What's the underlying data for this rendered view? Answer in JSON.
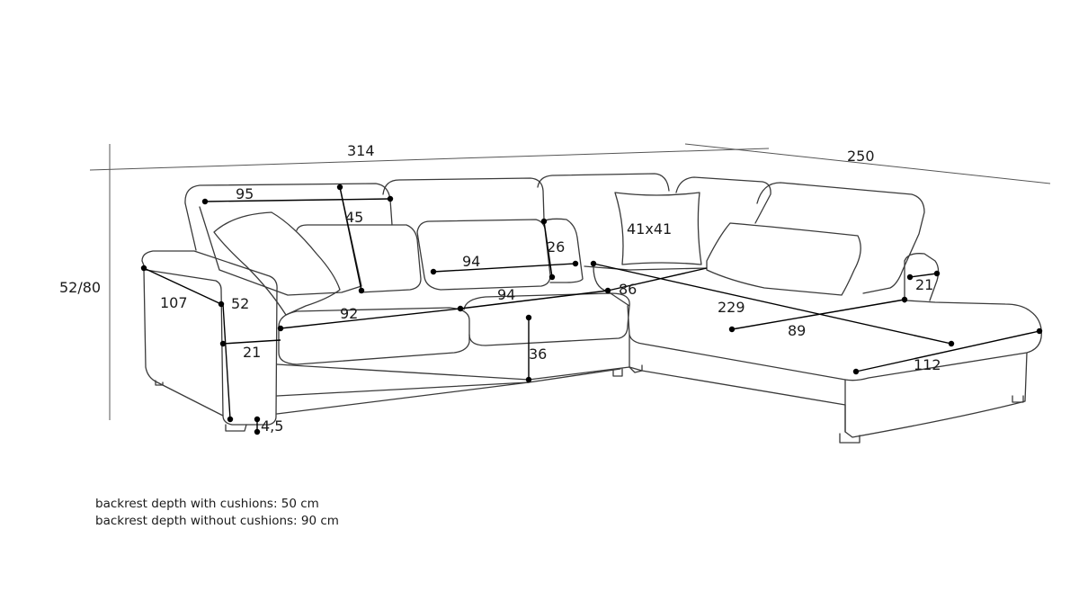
{
  "dimensions": {
    "total_width": "314",
    "chaise_length": "250",
    "height": "52/80",
    "backrest_pillow_width": "95",
    "backrest_pillow_height": "45",
    "back_cushion_width": "94",
    "back_cushion_height": "26",
    "decor_pillow": "41x41",
    "arm_depth": "107",
    "arm_height": "52",
    "seat_width_left": "92",
    "seat_width_mid": "94",
    "corner_depth": "86",
    "seat_height": "36",
    "arm_width": "21",
    "leg_height": "4,5",
    "chaise_width": "229",
    "chaise_depth": "89",
    "chaise_front": "112",
    "right_arm_width": "21"
  },
  "notes": {
    "line1": "backrest depth with cushions: 50 cm",
    "line2": "backrest depth without cushions: 90 cm"
  }
}
